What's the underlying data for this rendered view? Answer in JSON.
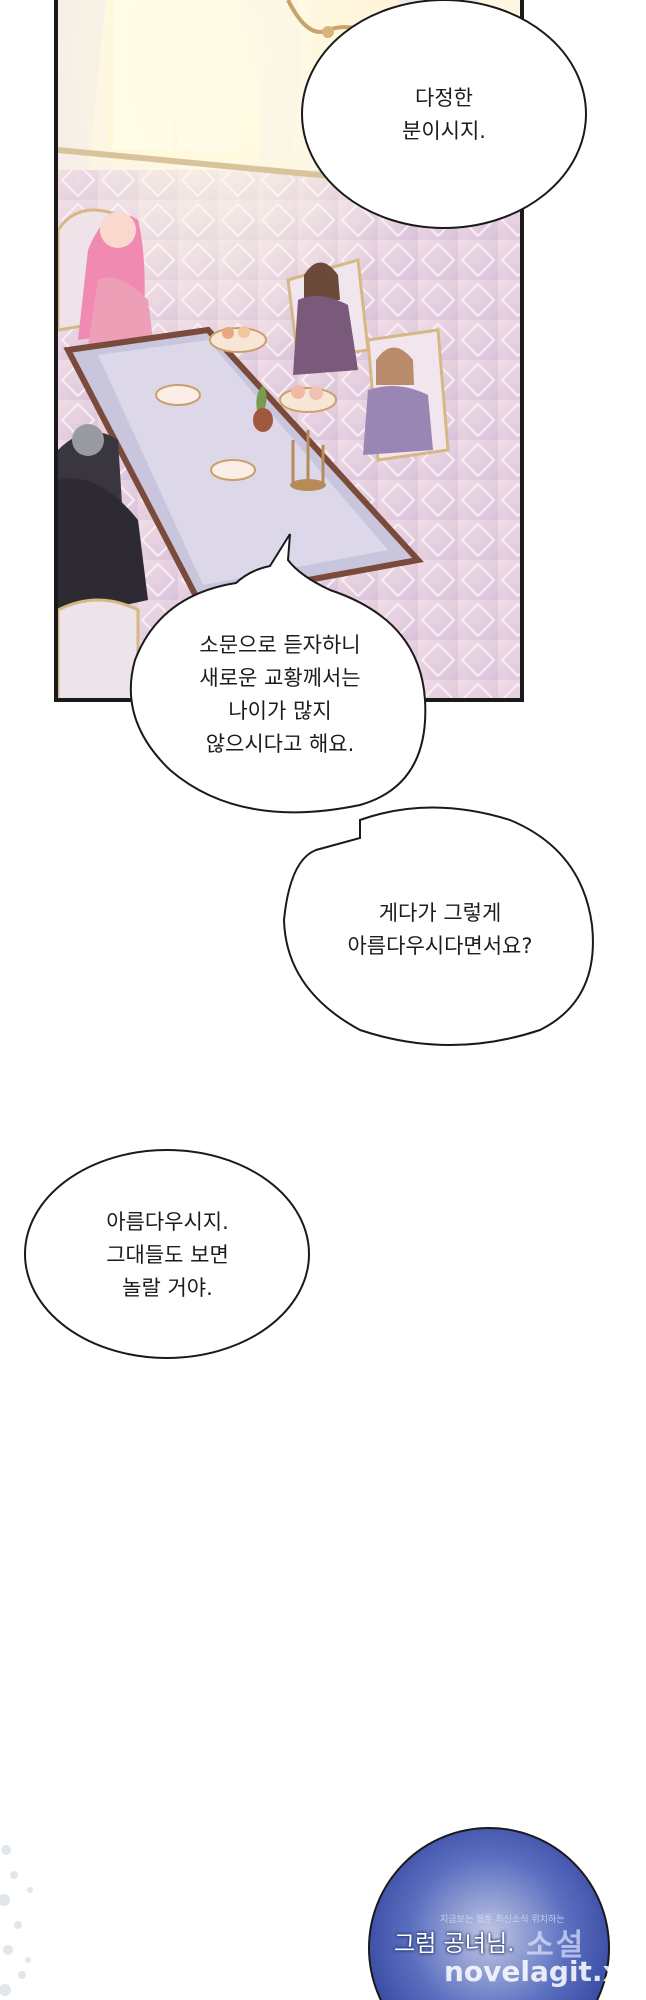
{
  "panel": {
    "scene": "banquet-hall-illustration"
  },
  "bubbles": [
    {
      "text": "다정한\n분이시지."
    },
    {
      "text": "소문으로 듣자하니\n새로운 교황께서는\n나이가 많지\n않으시다고 해요."
    },
    {
      "text": "게다가 그렇게\n아름다우시다면서요?"
    },
    {
      "text": "아름다우시지.\n그대들도 보면\n놀랄 거야."
    }
  ],
  "bottom_caption": "그럼 공녀님.",
  "watermark": {
    "small": "지금보는 웹툰 최신소식 위치하는",
    "brand": "소설",
    "site": "novelagit.xyz"
  },
  "colors": {
    "bubble_outline": "#1a1a1a",
    "panel_border": "#1a1a1a",
    "bottom_panel": "#3148a8"
  }
}
